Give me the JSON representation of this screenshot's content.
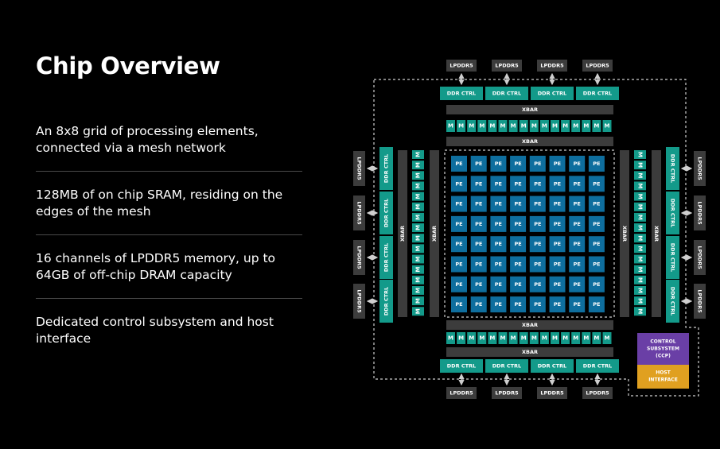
{
  "slide": {
    "title": "Chip Overview",
    "bullets": [
      "An 8x8 grid of processing elements, connected via a mesh network",
      "128MB of on chip SRAM, residing on the edges of the mesh",
      "16 channels of LPDDR5 memory, up to 64GB of off-chip DRAM capacity",
      "Dedicated control subsystem and host interface"
    ]
  },
  "diagram": {
    "labels": {
      "lpddr": "LPDDR5",
      "ddr_ctrl": "DDR CTRL",
      "xbar": "XBAR",
      "mem": "M",
      "pe": "PE",
      "control": [
        "CONTROL",
        "SUBSYSTEM",
        "(CCP)"
      ],
      "host": [
        "HOST",
        "INTERFACE"
      ]
    },
    "pe_grid": {
      "rows": 8,
      "cols": 8
    },
    "mem_blocks_per_side": 16,
    "lpddr_per_side": 4,
    "colors": {
      "pe": "#0e6e9e",
      "mem": "#139a8a",
      "ddr_ctrl": "#139a8a",
      "lpddr": "#3c3c3c",
      "xbar": "#3c3c3c",
      "control": "#6a3fa6",
      "host": "#e0a020",
      "dashed": "#cfcfcf"
    }
  }
}
